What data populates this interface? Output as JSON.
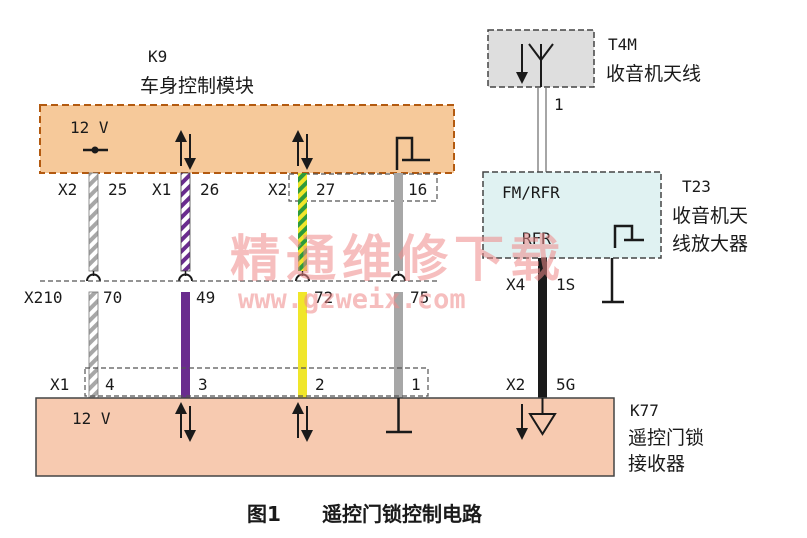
{
  "colors": {
    "bcm_fill": "#f6c99a",
    "bcm_border": "#b35a10",
    "receiver_fill": "#f7cab0",
    "amp_fill": "#e0f2f2",
    "antenna_fill": "#dedede",
    "wire_purple": "#6a2c8e",
    "wire_green": "#2e9a3c",
    "wire_yellow": "#f0e62a",
    "wire_gray": "#a7a7a7",
    "wire_black": "#1a1a1a",
    "watermark": "#ef8a8a"
  },
  "bcm": {
    "ref": "K9",
    "name": "车身控制模块",
    "supply": "12 V",
    "pins": [
      {
        "connector": "X2",
        "number": "25"
      },
      {
        "connector": "X1",
        "number": "26"
      },
      {
        "connector": "X2",
        "number": "27"
      },
      {
        "connector": "",
        "number": "16"
      }
    ]
  },
  "inline_connector": {
    "ref": "X210",
    "pins": [
      "70",
      "49",
      "72",
      "75"
    ]
  },
  "receiver": {
    "ref": "K77",
    "name_line1": "遥控门锁",
    "name_line2": "接收器",
    "supply": "12 V",
    "connector_left": "X1",
    "pins": [
      "4",
      "3",
      "2",
      "1"
    ],
    "connector_right": "X2",
    "antenna_pin": "5G"
  },
  "antenna": {
    "ref": "T4M",
    "name": "收音机天线",
    "pin": "1"
  },
  "amplifier": {
    "ref": "T23",
    "name_line1": "收音机天",
    "name_line2": "线放大器",
    "label_top": "FM/RFR",
    "label_mid": "RFR",
    "connector": "X4",
    "pin": "1S"
  },
  "watermark": {
    "text": "精通维修下载",
    "url": "www.gzweix.com"
  },
  "caption": {
    "number": "图1",
    "title": "遥控门锁控制电路"
  }
}
